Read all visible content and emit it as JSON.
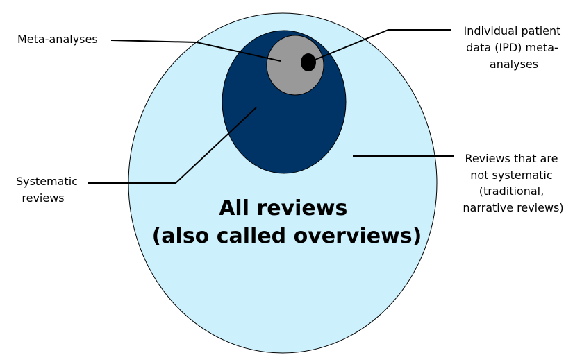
{
  "colors": {
    "all_reviews": "#ccf0fc",
    "systematic_reviews": "#003366",
    "meta_analyses": "#999999",
    "ipd_meta_analyses": "#000000",
    "outline": "#000000"
  },
  "labels": {
    "meta_analyses": "Meta-analyses",
    "ipd": [
      "Individual patient",
      "data (IPD) meta-",
      "analyses"
    ],
    "systematic_reviews": [
      "Systematic",
      "reviews"
    ],
    "not_systematic": [
      "Reviews that are",
      "not systematic",
      "(traditional,",
      "narrative reviews)"
    ],
    "all_reviews": [
      "All reviews",
      "(also called overviews)"
    ]
  }
}
